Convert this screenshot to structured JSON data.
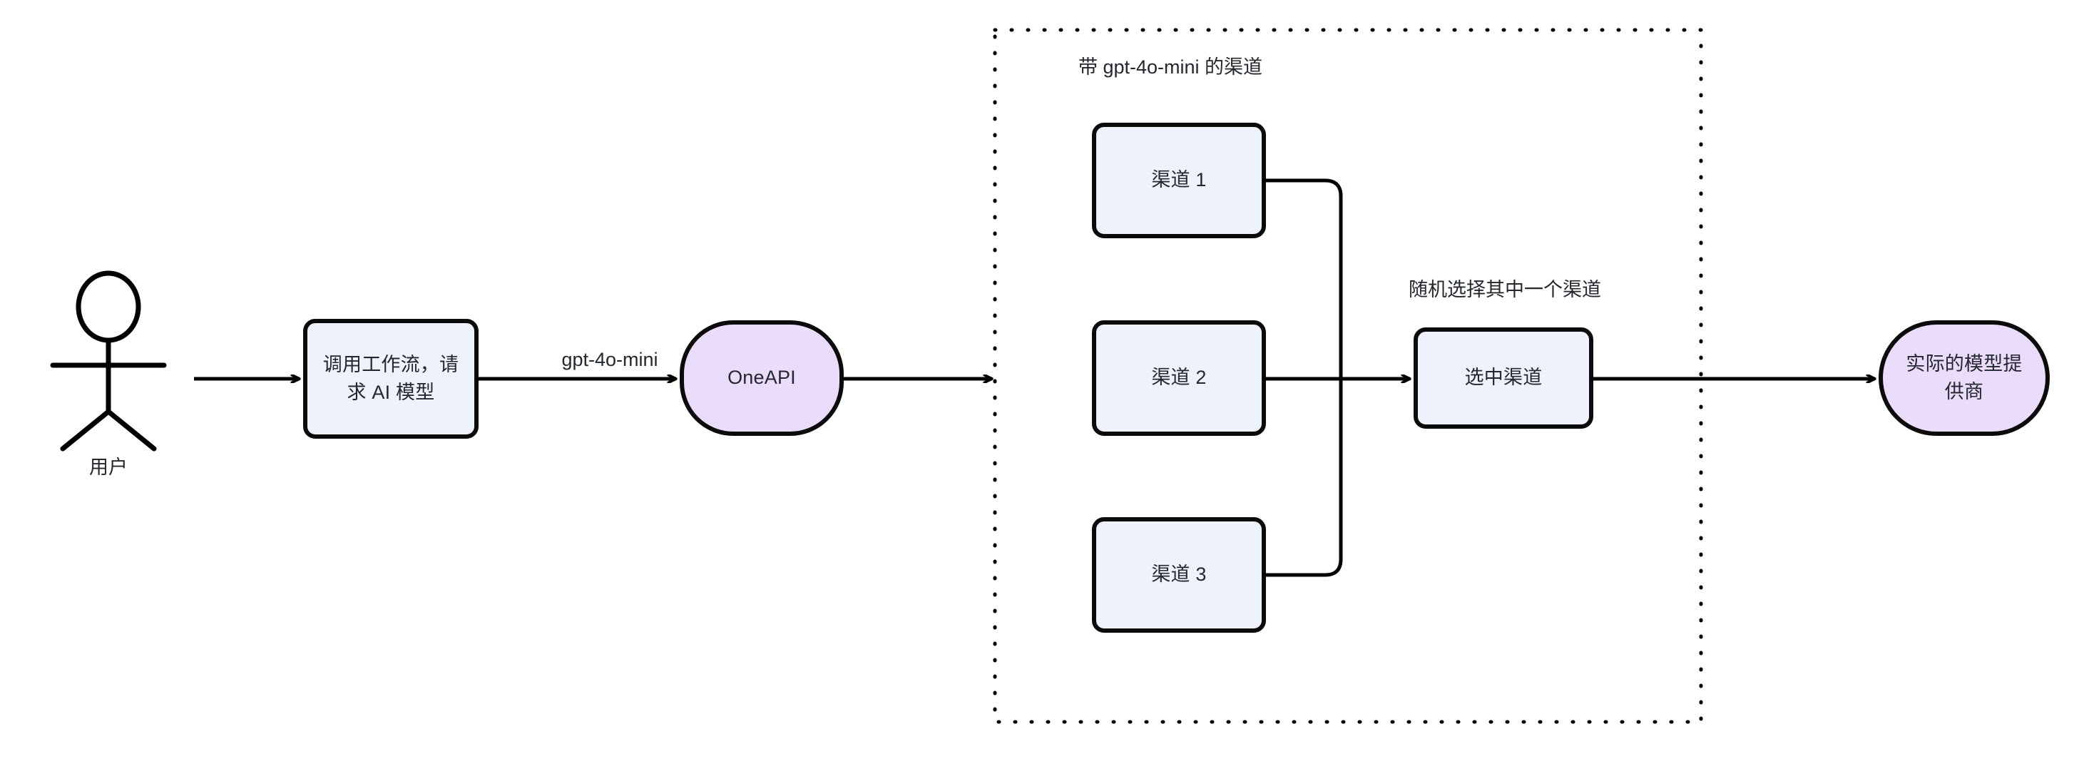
{
  "diagram": {
    "title": "OneAPI gpt-4o-mini channel routing flow",
    "background": "#ffffff",
    "stroke_color": "#000000",
    "text_color": "#23272e",
    "process_fill": "#eef2fb",
    "process_stroke": "#0b0b0b",
    "terminal_fill": "#eaddfb",
    "terminal_stroke": "#0b0b0b",
    "group_border_color": "#000000"
  },
  "actor": {
    "name": "user-actor",
    "caption": "用户"
  },
  "nodes": {
    "workflow": {
      "label": "调用工作流，请\n求 AI 模型",
      "shape": "rounded-rect",
      "fill": "#eef2fb"
    },
    "oneapi": {
      "label": "OneAPI",
      "shape": "stadium",
      "fill": "#eaddfb"
    },
    "channel_1": {
      "label": "渠道 1",
      "shape": "rounded-rect",
      "fill": "#eef2fb"
    },
    "channel_2": {
      "label": "渠道 2",
      "shape": "rounded-rect",
      "fill": "#eef2fb"
    },
    "channel_3": {
      "label": "渠道 3",
      "shape": "rounded-rect",
      "fill": "#eef2fb"
    },
    "selected_channel": {
      "label": "选中渠道",
      "shape": "rounded-rect",
      "fill": "#eef2fb"
    },
    "provider": {
      "label": "实际的模型提\n供商",
      "shape": "stadium",
      "fill": "#eaddfb"
    }
  },
  "group": {
    "title": "带 gpt-4o-mini 的渠道",
    "border_style": "dotted"
  },
  "edges": {
    "user_to_workflow": {
      "label": ""
    },
    "workflow_to_oneapi": {
      "label": "gpt-4o-mini"
    },
    "oneapi_to_group": {
      "label": ""
    },
    "channels_to_selected": {
      "label": "随机选择其中一个渠道"
    },
    "selected_to_provider": {
      "label": ""
    }
  }
}
